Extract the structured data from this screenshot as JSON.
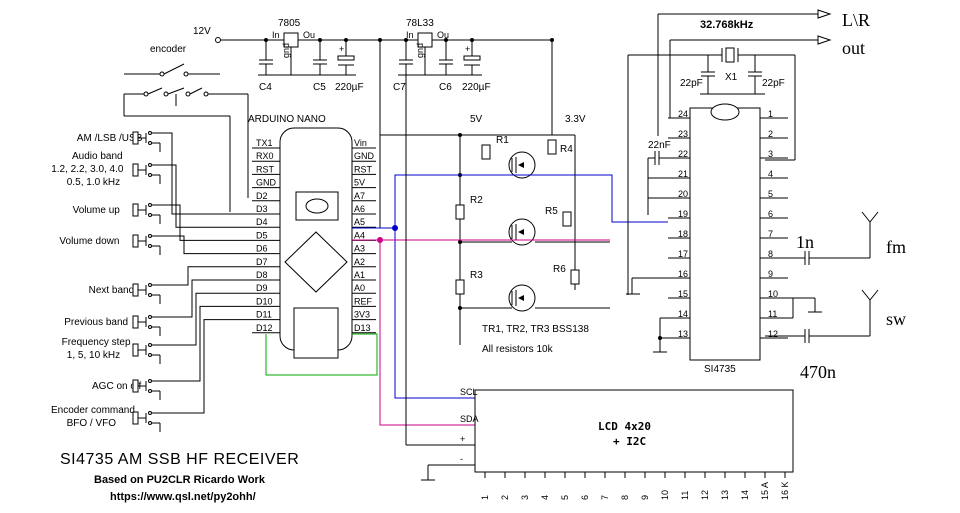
{
  "title": "SI4735 AM SSB  HF  RECEIVER",
  "subtitle": "Based on PU2CLR Ricardo Work",
  "url": "https://www.qsl.net/py2ohh/",
  "power": {
    "input": "12V",
    "reg1": "7805",
    "reg2": "78L33",
    "rail5v": "5V",
    "rail33v": "3.3V",
    "pin_in": "In",
    "pin_gnd": "gnd",
    "pin_out": "Ou",
    "caps": [
      "C4",
      "C5",
      "220µF",
      "C7",
      "C6",
      "220µF"
    ]
  },
  "controls": {
    "encoder_label": "encoder",
    "buttons": [
      {
        "label1": "AM /LSB /USB",
        "label2": ""
      },
      {
        "label1": "Audio band",
        "label2": "1.2, 2.2, 3.0, 4.0",
        "label3": "0.5, 1.0 kHz"
      },
      {
        "label1": "Volume up",
        "label2": ""
      },
      {
        "label1": "Volume down",
        "label2": ""
      },
      {
        "label1": "Next band",
        "label2": ""
      },
      {
        "label1": "Previous band",
        "label2": ""
      },
      {
        "label1": "Frequency step",
        "label2": "1, 5, 10 kHz"
      },
      {
        "label1": "AGC on off",
        "label2": ""
      },
      {
        "label1": "Encoder command",
        "label2": "BFO / VFO"
      }
    ]
  },
  "arduino": {
    "name": "ARDUINO NANO",
    "left_pins": [
      "TX1",
      "RX0",
      "RST",
      "GND",
      "D2",
      "D3",
      "D4",
      "D5",
      "D6",
      "D7",
      "D8",
      "D9",
      "D10",
      "D11",
      "D12"
    ],
    "right_pins": [
      "Vin",
      "GND",
      "RST",
      "5V",
      "A7",
      "A6",
      "A5",
      "A4",
      "A3",
      "A2",
      "A1",
      "A0",
      "REF",
      "3V3",
      "D13"
    ]
  },
  "level_shifter": {
    "resistors": [
      "R1",
      "R2",
      "R3",
      "R4",
      "R5",
      "R6"
    ],
    "note1": "TR1, TR2, TR3 BSS138",
    "note2": "All resistors 10k"
  },
  "si4735": {
    "name": "SI4735",
    "left_pins": [
      "24",
      "23",
      "22",
      "21",
      "20",
      "19",
      "18",
      "17",
      "16",
      "15",
      "14",
      "13"
    ],
    "right_pins": [
      "1",
      "2",
      "3",
      "4",
      "5",
      "6",
      "7",
      "8",
      "9",
      "10",
      "11",
      "12"
    ],
    "crystal_freq": "32.768kHz",
    "crystal_ref": "X1",
    "crystal_caps": [
      "22pF",
      "22pF"
    ],
    "cap_22n": "22nF",
    "output_label1": "L\\R",
    "output_label2": "out",
    "fm_cap": "1n",
    "fm_label": "fm",
    "sw_cap": "470n",
    "sw_label": "sw"
  },
  "lcd": {
    "name": "LCD 4x20",
    "sub": "+ I2C",
    "left_pins": [
      "SCL",
      "SDA",
      "+",
      "-"
    ],
    "bottom_pins": [
      "1",
      "2",
      "3",
      "4",
      "5",
      "6",
      "7",
      "8",
      "9",
      "10",
      "11",
      "12",
      "13",
      "14",
      "15 A",
      "16 K"
    ]
  }
}
